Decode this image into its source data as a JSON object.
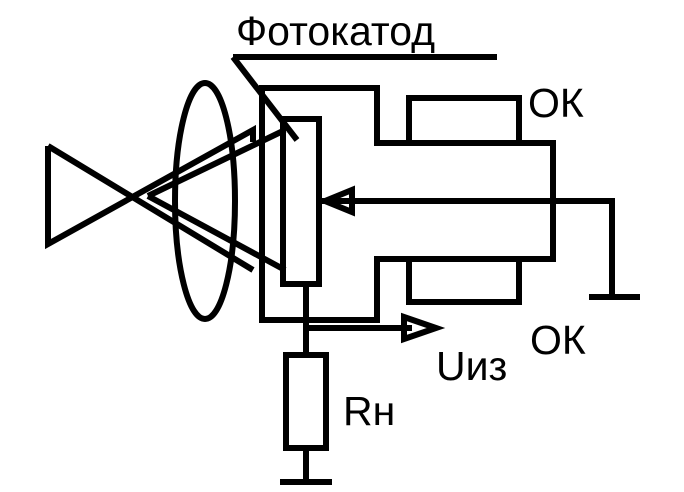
{
  "labels": {
    "photocathode": "Фотокатод",
    "deflector_top": "ОК",
    "deflector_bottom": "ОК",
    "output_voltage": "Uиз",
    "load_resistor": "Rн"
  },
  "colors": {
    "line": "#000000",
    "background": "#ffffff"
  }
}
